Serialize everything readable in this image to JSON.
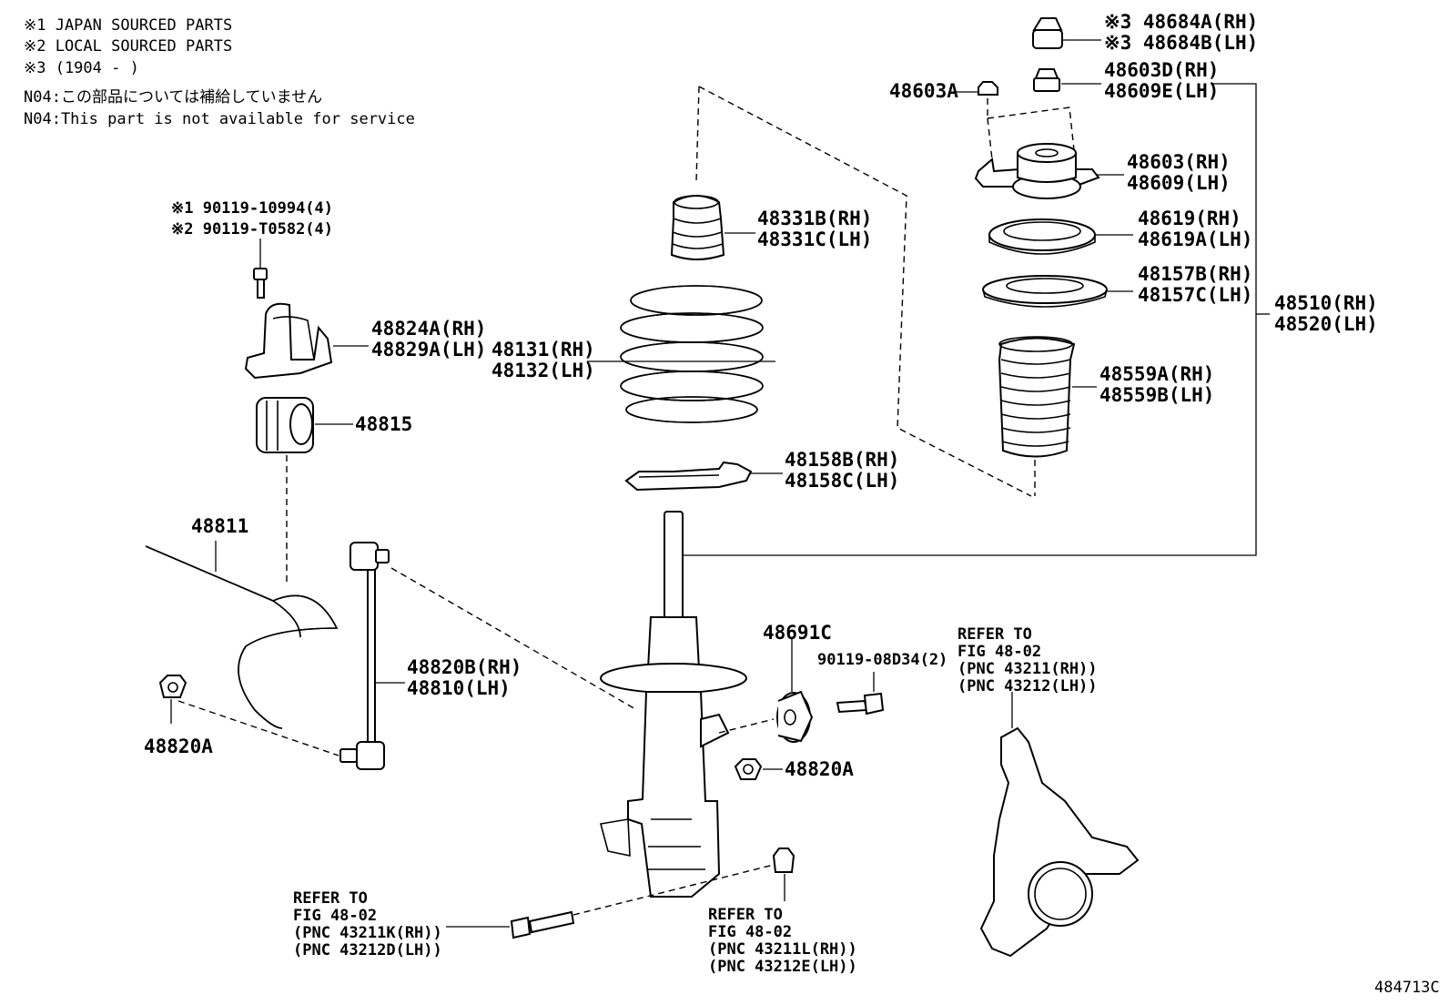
{
  "notes": {
    "line1": "※1 JAPAN SOURCED PARTS",
    "line2": "※2 LOCAL SOURCED PARTS",
    "line3": "※3 (1904 -       )",
    "line4": "N04:この部品については補給していません",
    "line5": "N04:This part is not available for service"
  },
  "parts": {
    "p48684": [
      "※3 48684A(RH)",
      "※3 48684B(LH)"
    ],
    "p48603A": "48603A",
    "p48603D": [
      "48603D(RH)",
      "48609E(LH)"
    ],
    "p48603": [
      "48603(RH)",
      "48609(LH)"
    ],
    "p48619": [
      "48619(RH)",
      "48619A(LH)"
    ],
    "p48157": [
      "48157B(RH)",
      "48157C(LH)"
    ],
    "p48510": [
      "48510(RH)",
      "48520(LH)"
    ],
    "p48559": [
      "48559A(RH)",
      "48559B(LH)"
    ],
    "p48331": [
      "48331B(RH)",
      "48331C(LH)"
    ],
    "p48131": [
      "48131(RH)",
      "48132(LH)"
    ],
    "p48158": [
      "48158B(RH)",
      "48158C(LH)"
    ],
    "p90119a": [
      "※1 90119-10994(4)",
      "※2 90119-T0582(4)"
    ],
    "p48824": [
      "48824A(RH)",
      "48829A(LH)"
    ],
    "p48815": "48815",
    "p48811": "48811",
    "p48820B": [
      "48820B(RH)",
      "48810(LH)"
    ],
    "p48820A_left": "48820A",
    "p48820A_right": "48820A",
    "p48691C": "48691C",
    "p90119b": "90119-08D34(2)"
  },
  "refs": {
    "knuckle": [
      "REFER TO",
      "FIG 48-02",
      "(PNC 43211(RH))",
      "(PNC 43212(LH))"
    ],
    "bolt": [
      "REFER TO",
      "FIG 48-02",
      "(PNC 43211K(RH))",
      "(PNC 43212D(LH))"
    ],
    "nut": [
      "REFER TO",
      "FIG 48-02",
      "(PNC 43211L(RH))",
      "(PNC 43212E(LH))"
    ]
  },
  "diagram_id": "484713C"
}
